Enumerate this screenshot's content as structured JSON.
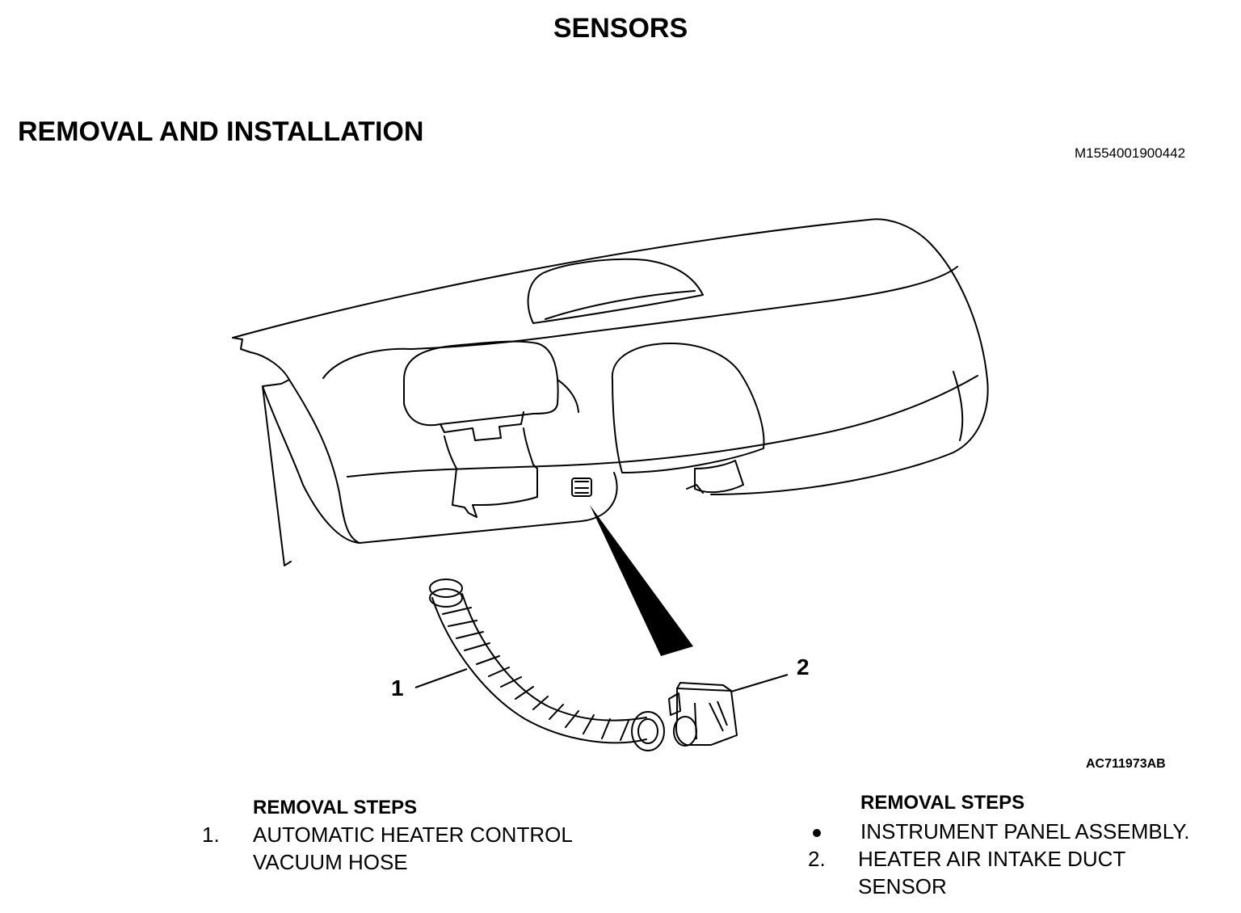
{
  "header": {
    "title": "SENSORS",
    "section": "REMOVAL AND INSTALLATION",
    "doc_id": "M1554001900442"
  },
  "figure": {
    "id": "AC711973AB",
    "callouts": [
      {
        "label": "1"
      },
      {
        "label": "2"
      }
    ]
  },
  "left_steps": {
    "title": "REMOVAL STEPS",
    "items": [
      {
        "marker": "1.",
        "lines": [
          "AUTOMATIC HEATER CONTROL",
          "VACUUM HOSE"
        ]
      }
    ]
  },
  "right_steps": {
    "title": "REMOVAL STEPS",
    "items": [
      {
        "marker": "bullet",
        "lines": [
          "INSTRUMENT PANEL ASSEMBLY."
        ]
      },
      {
        "marker": "2.",
        "lines": [
          "HEATER AIR INTAKE DUCT",
          "SENSOR"
        ]
      }
    ]
  }
}
